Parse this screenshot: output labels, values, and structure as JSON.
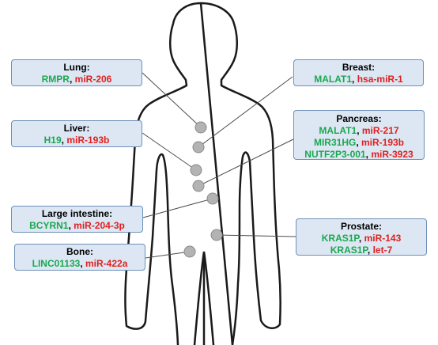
{
  "colors": {
    "box_fill": "#dce7f3",
    "box_border": "#6d90b8",
    "lncrna_green": "#1aa850",
    "mirna_red": "#e01f1f",
    "marker_fill": "#b3b3b3",
    "outline": "#1a1a1a"
  },
  "figure": {
    "silhouette": "human-body-outline-icon"
  },
  "organs": {
    "lung": {
      "title": "Lung:",
      "pairs": [
        {
          "lnc": "RMPR",
          "sep": ", ",
          "mir": "miR-206"
        }
      ]
    },
    "liver": {
      "title": "Liver:",
      "pairs": [
        {
          "lnc": "H19",
          "sep": ", ",
          "mir": "miR-193b"
        }
      ]
    },
    "large_intestine": {
      "title": "Large intestine:",
      "pairs": [
        {
          "lnc": "BCYRN1",
          "sep": ", ",
          "mir": "miR-204-3p"
        }
      ]
    },
    "bone": {
      "title": "Bone:",
      "pairs": [
        {
          "lnc": "LINC01133",
          "sep": ", ",
          "mir": "miR-422a"
        }
      ]
    },
    "breast": {
      "title": "Breast:",
      "pairs": [
        {
          "lnc": "MALAT1",
          "sep": ", ",
          "mir": "hsa-miR-1"
        }
      ]
    },
    "pancreas": {
      "title": "Pancreas:",
      "pairs": [
        {
          "lnc": "MALAT1",
          "sep": ", ",
          "mir": "miR-217"
        },
        {
          "lnc": "MIR31HG",
          "sep": ", ",
          "mir": "miR-193b"
        },
        {
          "lnc": "NUTF2P3-001",
          "sep": ", ",
          "mir": "miR-3923"
        }
      ]
    },
    "prostate": {
      "title": "Prostate:",
      "pairs": [
        {
          "lnc": "KRAS1P",
          "sep": ", ",
          "mir": "miR-143"
        },
        {
          "lnc": "KRAS1P",
          "sep": ", ",
          "mir": "let-7"
        }
      ]
    }
  }
}
